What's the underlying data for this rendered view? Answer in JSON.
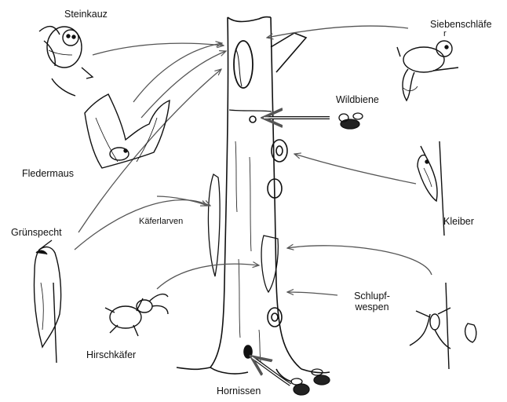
{
  "labels": {
    "steinkauz": "Steinkauz",
    "siebenschlaefer": "Siebenschläfe",
    "siebenschlaefer_tail": "r",
    "wildbiene": "Wildbiene",
    "fledermaus": "Fledermaus",
    "kaeferlarven": "Käferlarven",
    "kleiber": "Kleiber",
    "gruenspecht": "Grünspecht",
    "schlupfwespen_line1": "Schlupf-",
    "schlupfwespen_line2": "wespen",
    "hirschkaefer": "Hirschkäfer",
    "hornissen": "Hornissen"
  },
  "colors": {
    "ink": "#111111",
    "line": "#555555",
    "background": "#ffffff"
  },
  "icons": [
    "tree-trunk",
    "owl-icon",
    "dormouse-icon",
    "bee-icon",
    "bat-icon",
    "nuthatch-icon",
    "woodpecker-icon",
    "stag-beetle-icon",
    "wasp-icon",
    "hornet-icon"
  ]
}
